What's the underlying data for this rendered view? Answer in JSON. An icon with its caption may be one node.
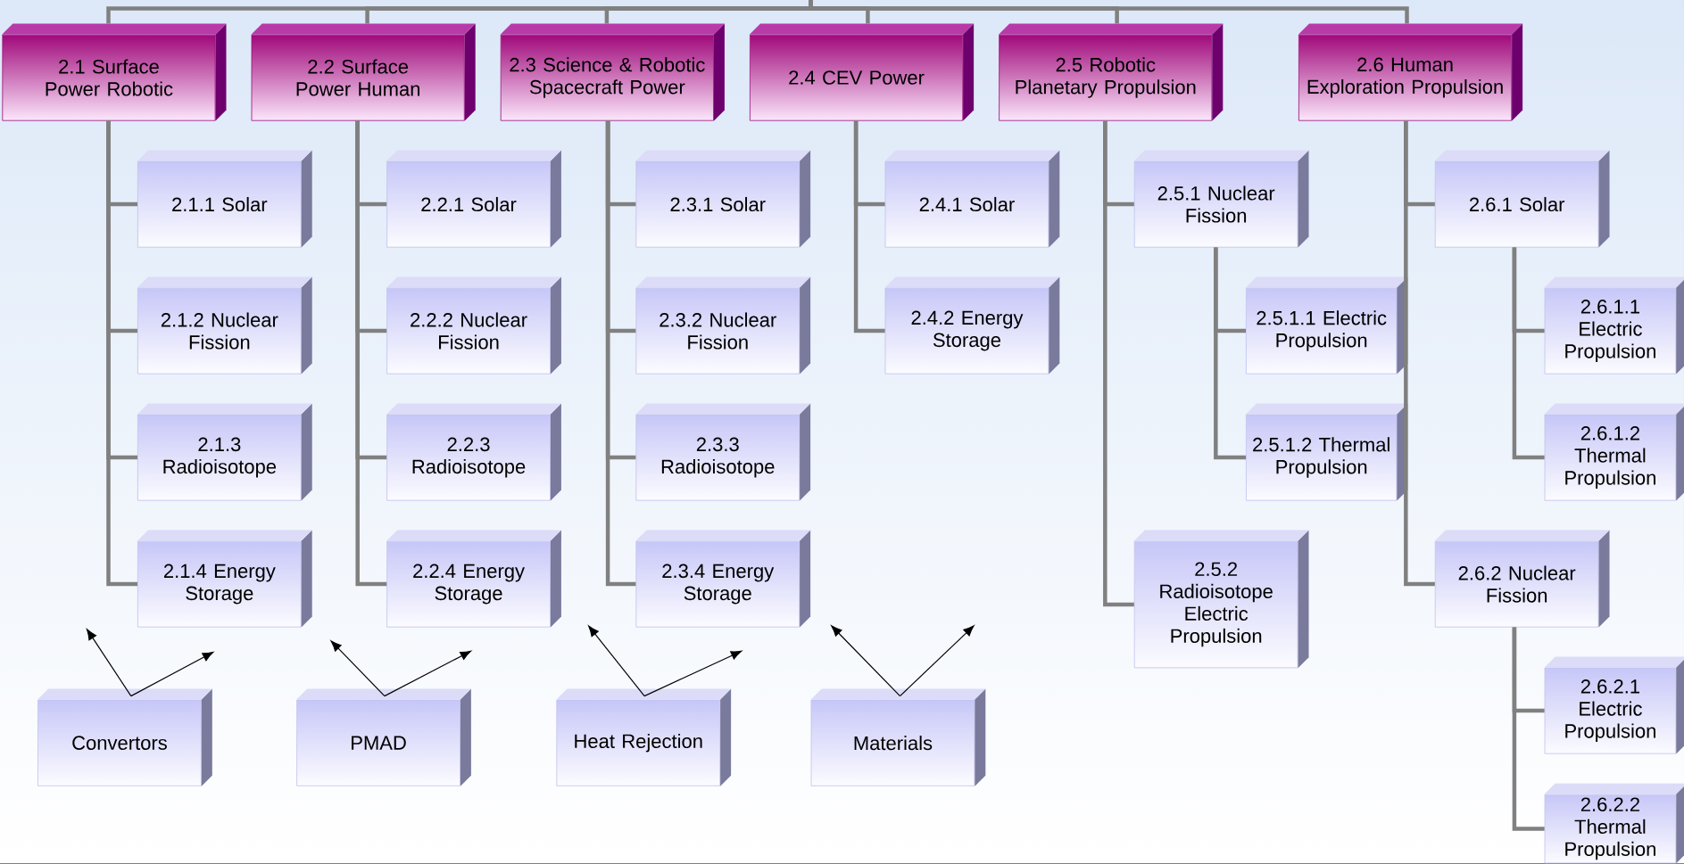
{
  "diagram": {
    "nodes": [
      {
        "text": [
          "2.1 Surface Power Robotic"
        ]
      },
      {
        "text": [
          "2.1.1 Solar"
        ]
      },
      {
        "text": [
          "2.1.2 Nuclear Fission"
        ]
      },
      {
        "text": [
          "2.1.3 Radioisotope"
        ]
      },
      {
        "text": [
          "2.1.4 Energy Storage"
        ]
      },
      {
        "text": [
          "2.2 Surface Power Human"
        ]
      },
      {
        "text": [
          "2.2.1 Solar"
        ]
      },
      {
        "text": [
          "2.2.2 Nuclear Fission"
        ]
      },
      {
        "text": [
          "2.2.3 Radioisotope"
        ]
      },
      {
        "text": [
          "2.2.4 Energy Storage"
        ]
      },
      {
        "text": [
          "2.3 Science & Robotic Spacecraft Power"
        ]
      },
      {
        "text": [
          "2.3.1 Solar"
        ]
      },
      {
        "text": [
          "2.3.2 Nuclear Fission"
        ]
      },
      {
        "text": [
          "2.3.3 Radioisotope"
        ]
      },
      {
        "text": [
          "2.3.4 Energy Storage"
        ]
      },
      {
        "text": [
          "2.4 CEV Power"
        ]
      },
      {
        "text": [
          "2.4.1 Solar"
        ]
      },
      {
        "text": [
          "2.4.2 Energy Storage"
        ]
      },
      {
        "text": [
          "2.5 Robotic Planetary Propulsion"
        ]
      },
      {
        "text": [
          "2.5.1 Nuclear Fission"
        ]
      },
      {
        "text": [
          "2.5.1.1 Electric Propulsion"
        ]
      },
      {
        "text": [
          "2.5.1.2 Thermal Propulsion"
        ]
      },
      {
        "text": [
          "2.5.2 Radioisotope Electric Propulsion"
        ]
      },
      {
        "text": [
          "2.6 Human Exploration Propulsion"
        ]
      },
      {
        "text": [
          "2.6.1 Solar"
        ]
      },
      {
        "text": [
          "2.6.1.1 Electric Propulsion"
        ]
      },
      {
        "text": [
          "2.6.1.2 Thermal Propulsion"
        ]
      },
      {
        "text": [
          "2.6.2 Nuclear Fission"
        ]
      },
      {
        "text": [
          "2.6.2.1 Electric Propulsion"
        ]
      },
      {
        "text": [
          "2.6.2.2 Thermal Propulsion"
        ]
      },
      {
        "text": [
          "Convertors"
        ]
      },
      {
        "text": [
          "PMAD"
        ]
      },
      {
        "text": [
          "Heat Rejection"
        ]
      },
      {
        "text": [
          "Materials"
        ]
      }
    ],
    "edges": [
      {
        "from": null,
        "to": 0,
        "arrow": "none"
      },
      {
        "from": null,
        "to": 5,
        "arrow": "none"
      },
      {
        "from": null,
        "to": 10,
        "arrow": "none"
      },
      {
        "from": null,
        "to": 15,
        "arrow": "none"
      },
      {
        "from": null,
        "to": 18,
        "arrow": "none"
      },
      {
        "from": null,
        "to": 23,
        "arrow": "none"
      },
      {
        "from": 0,
        "to": 1,
        "arrow": "none"
      },
      {
        "from": 0,
        "to": 2,
        "arrow": "none"
      },
      {
        "from": 0,
        "to": 3,
        "arrow": "none"
      },
      {
        "from": 0,
        "to": 4,
        "arrow": "none"
      },
      {
        "from": 5,
        "to": 6,
        "arrow": "none"
      },
      {
        "from": 5,
        "to": 7,
        "arrow": "none"
      },
      {
        "from": 5,
        "to": 8,
        "arrow": "none"
      },
      {
        "from": 5,
        "to": 9,
        "arrow": "none"
      },
      {
        "from": 10,
        "to": 11,
        "arrow": "none"
      },
      {
        "from": 10,
        "to": 12,
        "arrow": "none"
      },
      {
        "from": 10,
        "to": 13,
        "arrow": "none"
      },
      {
        "from": 10,
        "to": 14,
        "arrow": "none"
      },
      {
        "from": 15,
        "to": 16,
        "arrow": "none"
      },
      {
        "from": 15,
        "to": 17,
        "arrow": "none"
      },
      {
        "from": 18,
        "to": 19,
        "arrow": "none"
      },
      {
        "from": 19,
        "to": 20,
        "arrow": "none"
      },
      {
        "from": 19,
        "to": 21,
        "arrow": "none"
      },
      {
        "from": 18,
        "to": 22,
        "arrow": "none"
      },
      {
        "from": 23,
        "to": 24,
        "arrow": "none"
      },
      {
        "from": 24,
        "to": 25,
        "arrow": "none"
      },
      {
        "from": 24,
        "to": 26,
        "arrow": "none"
      },
      {
        "from": 23,
        "to": 27,
        "arrow": "none"
      },
      {
        "from": 27,
        "to": 28,
        "arrow": "none"
      },
      {
        "from": 27,
        "to": 29,
        "arrow": "none"
      },
      {
        "from": 30,
        "to": null,
        "arrow": "to",
        "color": "#000000"
      },
      {
        "from": 30,
        "to": null,
        "arrow": "to",
        "color": "#000000"
      },
      {
        "from": 31,
        "to": null,
        "arrow": "to",
        "color": "#000000"
      },
      {
        "from": 31,
        "to": null,
        "arrow": "to",
        "color": "#000000"
      },
      {
        "from": 32,
        "to": null,
        "arrow": "to",
        "color": "#000000"
      },
      {
        "from": 32,
        "to": null,
        "arrow": "to",
        "color": "#000000"
      },
      {
        "from": 33,
        "to": null,
        "arrow": "to",
        "color": "#000000"
      },
      {
        "from": 33,
        "to": null,
        "arrow": "to",
        "color": "#000000"
      }
    ]
  }
}
